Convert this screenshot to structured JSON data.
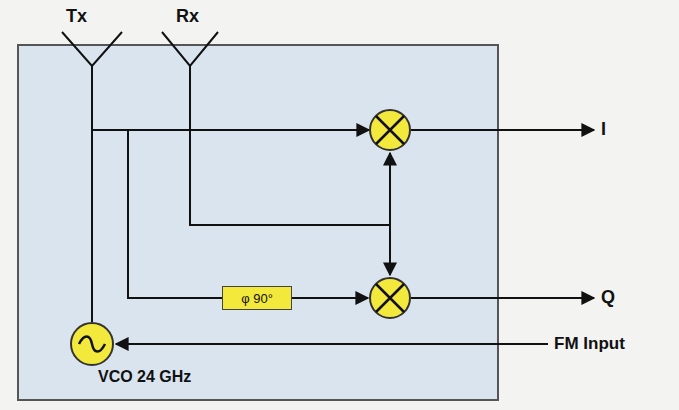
{
  "diagram": {
    "nodes": [
      {
        "text": [
          "φ 90°"
        ]
      },
      {
        "text": [
          "VCO 24 GHz"
        ]
      }
    ],
    "edges": [
      {
        "from": 1,
        "to": 0,
        "arrow": "none"
      }
    ],
    "labels": [
      "Tx",
      "Rx",
      "I",
      "Q",
      "FM Input"
    ]
  }
}
